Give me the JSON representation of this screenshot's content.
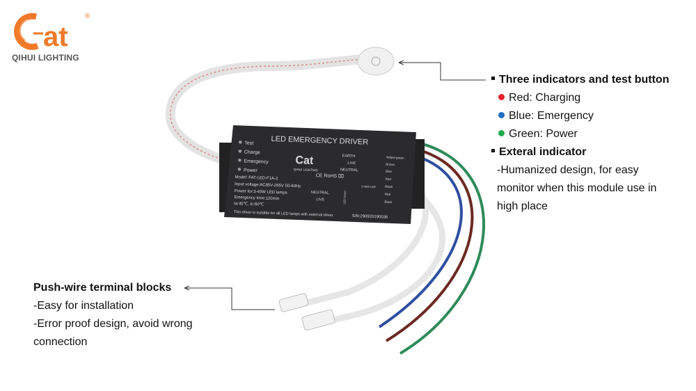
{
  "brand": {
    "logo_text": "Cat",
    "registered": "®",
    "company": "QIHUI LIGHTING",
    "color": "#f07a2a"
  },
  "right_panel": {
    "title": "Three indicators and test button",
    "indicators": [
      {
        "label": "Red: Charging",
        "color": "#e8212b"
      },
      {
        "label": "Blue: Emergency",
        "color": "#1f6fc0"
      },
      {
        "label": "Green: Power",
        "color": "#20a84c"
      }
    ],
    "external_title": "Exteral indicator",
    "external_desc": [
      "-Humanized design, for easy",
      "monitor when this module use in",
      "high place"
    ]
  },
  "left_panel": {
    "title": "Push-wire terminal blocks",
    "lines": [
      "-Easy for installation",
      "-Error proof design, avoid wrong",
      "connection"
    ]
  },
  "device": {
    "title": "LED EMERGENCY DRIVER",
    "leds": [
      "Test",
      "Charge",
      "Emergency",
      "Power"
    ],
    "logo": "Cat",
    "logo_sub": "QIHUI LIGHTING",
    "certs": "CE  RoHS  ⌧",
    "specs": [
      "Model: FAT-LED-F1A-2",
      "Input voltage:AC85V-265V 50-60Hz",
      "Power for:3-40W LED lamps",
      "Emergency time:120min",
      "ta:45℃, tc:60℃"
    ],
    "note": "This driver is suitable for all LED lamps with external driver.",
    "serial": "S/N:290920190036",
    "wiring_left": [
      "EARTH",
      "LIVE",
      "NEUTRAL"
    ],
    "wiring_right": [
      "Yellow-green",
      "Brown",
      "Blue"
    ],
    "led_wires": [
      "Red",
      "Black"
    ],
    "led_label": "3-40W LED",
    "driver_inputs": [
      "NEUTRAL",
      "LIVE"
    ],
    "driver_label": "LED Driver",
    "driver_outputs": [
      "Red",
      "Black"
    ]
  }
}
